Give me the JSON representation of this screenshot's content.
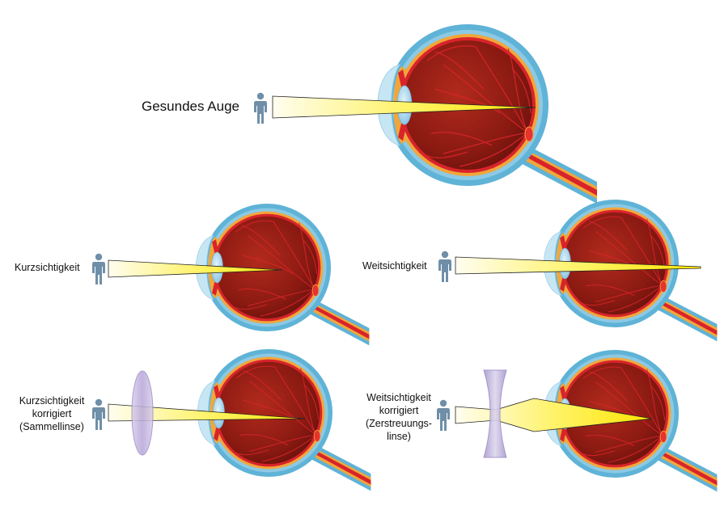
{
  "panels": {
    "healthy": {
      "label": "Gesundes Auge"
    },
    "myopia": {
      "label": "Kurzsichtigkeit"
    },
    "hyperopia": {
      "label": "Weitsichtigkeit"
    },
    "myopia_corrected": {
      "lines": [
        "Kurzsichtigkeit",
        "korrigiert",
        "(Sammellinse)"
      ]
    },
    "hyperopia_corrected": {
      "lines": [
        "Weitsichtigkeit",
        "korrigiert",
        "(Zerstreuungs-",
        "linse)"
      ]
    }
  },
  "colors": {
    "sclera": "#5fb3d6",
    "choroid": "#f2a63a",
    "retina": "#d8242a",
    "vitreous": "#8a1a12",
    "vessel": "#c8202a",
    "cornea": "#c7e6f4",
    "lens": "#8ec8e8",
    "beam": "#fff04a",
    "person": "#6f8fa8",
    "convex_lens": "#b9a9d6",
    "concave_lens": "#b8aed6"
  }
}
